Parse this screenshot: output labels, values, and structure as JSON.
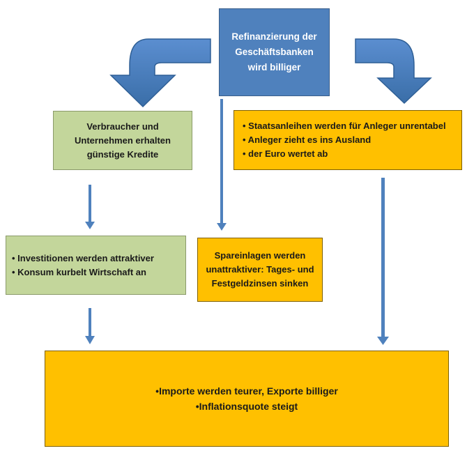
{
  "diagram": {
    "top_box": {
      "lines": [
        "Refinanzierung der",
        "Geschäftsbanken",
        "wird billiger"
      ]
    },
    "left_box_1": {
      "lines": [
        "Verbraucher und",
        "Unternehmen erhalten",
        "günstige Kredite"
      ]
    },
    "right_box_1": {
      "lines": [
        "• Staatsanleihen werden für Anleger unrentabel",
        "• Anleger zieht es ins Ausland",
        "• der Euro wertet ab"
      ]
    },
    "left_box_2": {
      "lines": [
        "• Investitionen werden attraktiver",
        "• Konsum kurbelt Wirtschaft an"
      ]
    },
    "middle_box": {
      "lines": [
        "Spareinlagen werden",
        "unattraktiver: Tages- und",
        "Festgeldzinsen sinken"
      ]
    },
    "bottom_box": {
      "lines": [
        "•Importe werden teurer, Exporte billiger",
        "•Inflationsquote steigt"
      ]
    }
  },
  "colors": {
    "blue_box": "#4f81bd",
    "green_box": "#c3d69b",
    "orange_box": "#ffc000",
    "arrow": "#4f81bd"
  }
}
